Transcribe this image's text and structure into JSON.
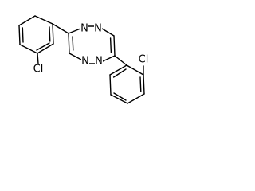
{
  "molecule": {
    "atoms": {
      "n1": "N",
      "n2": "N",
      "n3": "N",
      "n4": "N",
      "cl_left": "Cl",
      "cl_right": "Cl"
    }
  }
}
